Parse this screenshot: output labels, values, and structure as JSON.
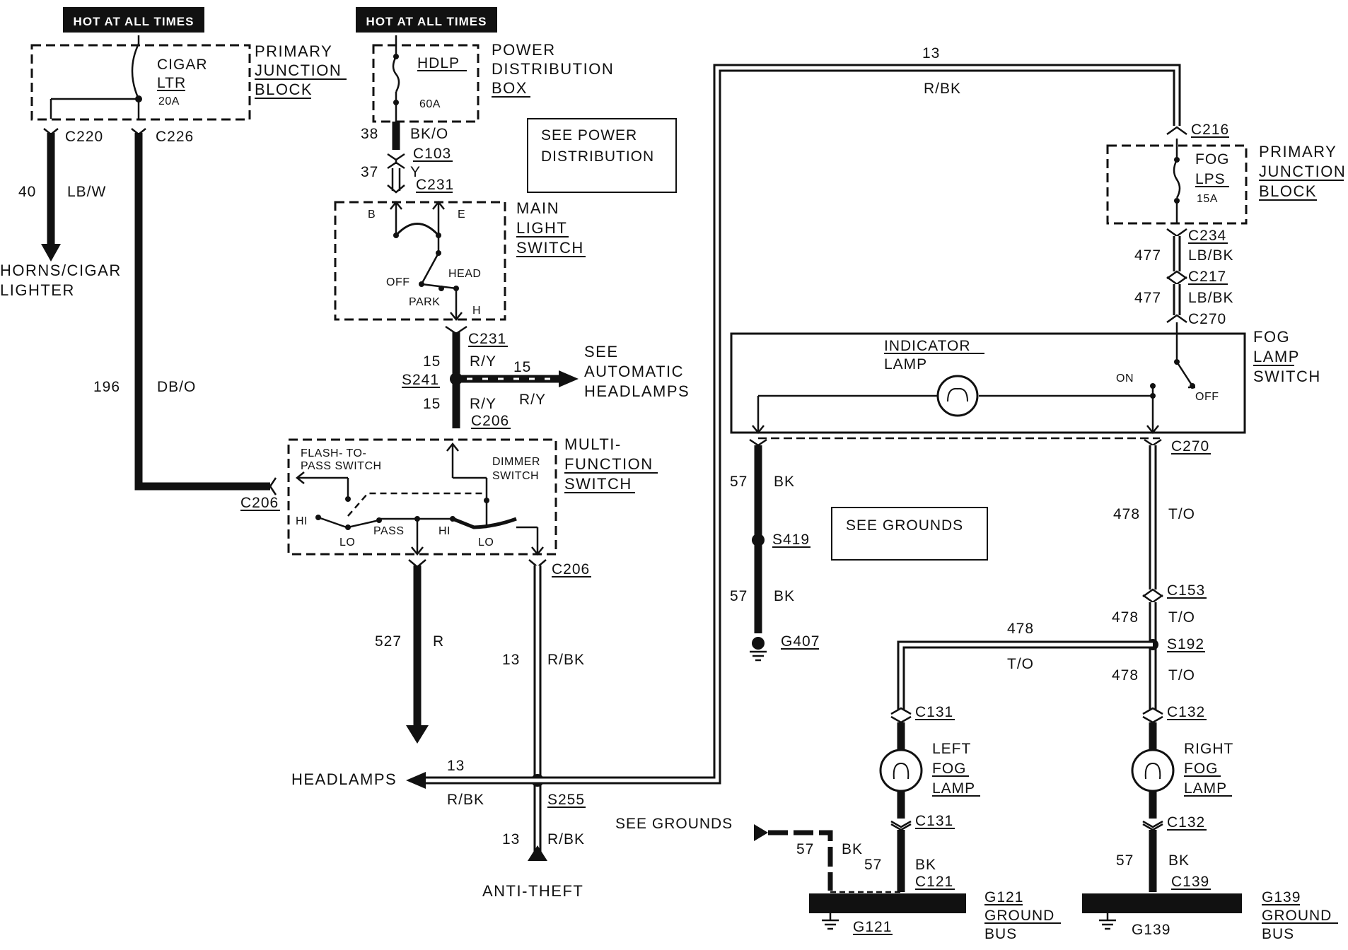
{
  "hot_labels": [
    "HOT AT ALL TIMES",
    "HOT AT ALL TIMES"
  ],
  "primary_junction_block": {
    "line1": "PRIMARY",
    "line2": "JUNCTION",
    "line3": "BLOCK",
    "fuse_line1": "CIGAR",
    "fuse_line2": "LTR",
    "rating": "20A"
  },
  "power_distribution_box": {
    "line1": "POWER",
    "line2": "DISTRIBUTION",
    "line3": "BOX",
    "fuse": "HDLP",
    "rating": "60A"
  },
  "see_power_distribution": {
    "line1": "SEE POWER",
    "line2": "DISTRIBUTION"
  },
  "main_light_switch": {
    "line1": "MAIN",
    "line2": "LIGHT",
    "line3": "SWITCH",
    "pos_b": "B",
    "pos_e": "E",
    "pos_off": "OFF",
    "pos_head": "HEAD",
    "pos_park": "PARK",
    "pos_h": "H"
  },
  "horns": {
    "line1": "HORNS/CIGAR",
    "line2": "LIGHTER"
  },
  "see_auto_headlamps": {
    "line1": "SEE",
    "line2": "AUTOMATIC",
    "line3": "HEADLAMPS"
  },
  "multi_function_switch": {
    "line1": "MULTI-",
    "line2": "FUNCTION",
    "line3": "SWITCH",
    "flash1": "FLASH- TO-",
    "flash2": "PASS SWITCH",
    "dimmer1": "DIMMER",
    "dimmer2": "SWITCH",
    "hi": "HI",
    "lo": "LO",
    "pass": "PASS"
  },
  "headlamps": "HEADLAMPS",
  "anti_theft": "ANTI-THEFT",
  "fog_junction_block": {
    "line1": "PRIMARY",
    "line2": "JUNCTION",
    "line3": "BLOCK",
    "fuse_line1": "FOG",
    "fuse_line2": "LPS",
    "rating": "15A"
  },
  "fog_lamp_switch": {
    "line1": "FOG",
    "line2": "LAMP",
    "line3": "SWITCH",
    "on": "ON",
    "off": "OFF",
    "indicator1": "INDICATOR",
    "indicator2": "LAMP"
  },
  "see_grounds": [
    "SEE GROUNDS",
    "SEE GROUNDS"
  ],
  "left_fog_lamp": {
    "line1": "LEFT",
    "line2": "FOG",
    "line3": "LAMP"
  },
  "right_fog_lamp": {
    "line1": "RIGHT",
    "line2": "FOG",
    "line3": "LAMP"
  },
  "g121_bus": {
    "line1": "G121",
    "line2": "GROUND",
    "line3": "BUS"
  },
  "g139_bus": {
    "line1": "G139",
    "line2": "GROUND",
    "line3": "BUS"
  },
  "connectors": {
    "c220": "C220",
    "c226": "C226",
    "c103": "C103",
    "c231a": "C231",
    "c231b": "C231",
    "s241": "S241",
    "c206a": "C206",
    "c206b": "C206",
    "c206c": "C206",
    "s255": "S255",
    "c216": "C216",
    "c234": "C234",
    "c217": "C217",
    "c270a": "C270",
    "c270b": "C270",
    "s419": "S419",
    "g407": "G407",
    "c153": "C153",
    "s192": "S192",
    "c131a": "C131",
    "c131b": "C131",
    "c132a": "C132",
    "c132b": "C132",
    "c121": "C121",
    "c139": "C139",
    "g121": "G121",
    "g139": "G139"
  },
  "circuits": {
    "c40": "40",
    "lbw": "LB/W",
    "c196": "196",
    "dbo": "DB/O",
    "c38": "38",
    "bko": "BK/O",
    "c37": "37",
    "y": "Y",
    "c15a": "15",
    "ry_a": "R/Y",
    "c15b": "15",
    "ry_b": "R/Y",
    "c15c": "15",
    "ry_c": "R/Y",
    "c527": "527",
    "r": "R",
    "c13a": "13",
    "rbk_a": "R/BK",
    "c13b": "13",
    "rbk_b": "R/BK",
    "c13c": "13",
    "rbk_c": "R/BK",
    "c13d": "13",
    "rbk_d": "R/BK",
    "c477a": "477",
    "lbbk_a": "LB/BK",
    "c477b": "477",
    "lbbk_b": "LB/BK",
    "c57a": "57",
    "bk_a": "BK",
    "c57b": "57",
    "bk_b": "BK",
    "c478a": "478",
    "to_a": "T/O",
    "c478b": "478",
    "to_b": "T/O",
    "c478c": "478",
    "to_c": "T/O",
    "c478d": "478",
    "to_d": "T/O",
    "c57c": "57",
    "bk_c": "BK",
    "c57d": "57",
    "bk_d": "BK",
    "c57e": "57",
    "bk_e": "BK"
  }
}
